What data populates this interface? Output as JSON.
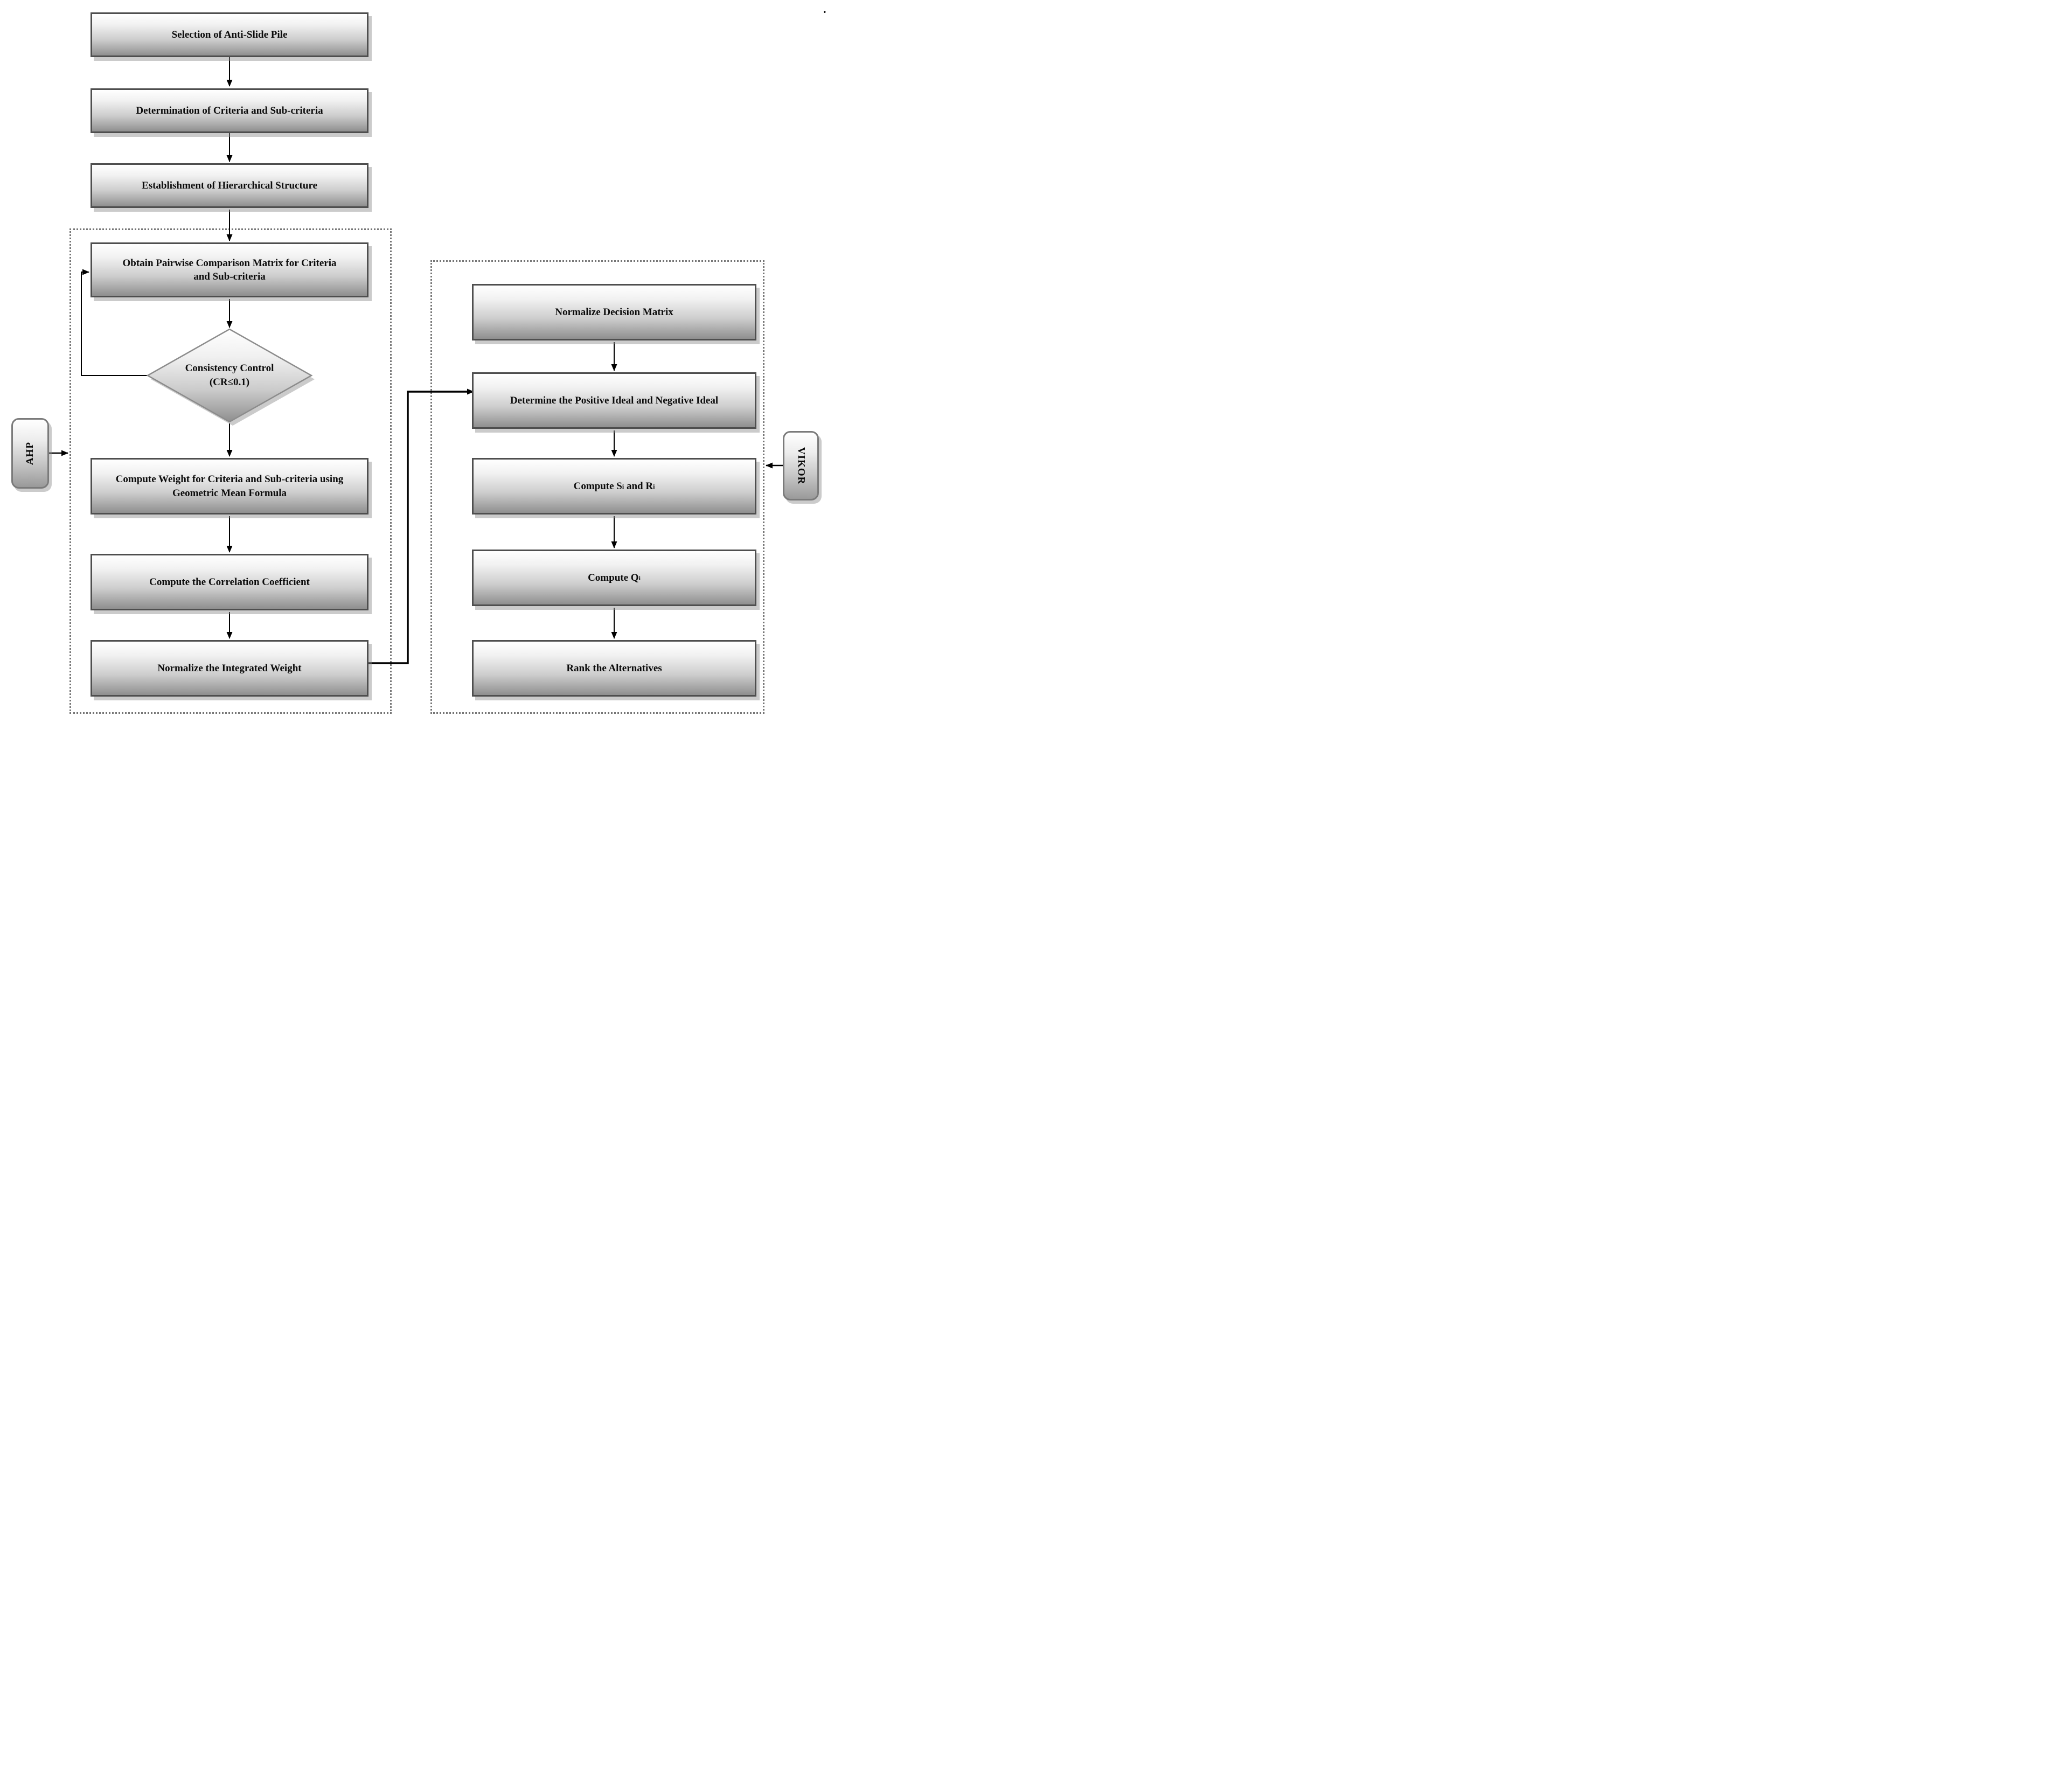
{
  "nodes": {
    "selection": {
      "label": "Selection of Anti-Slide Pile"
    },
    "determination": {
      "label": "Determination of Criteria and Sub-criteria"
    },
    "establishment": {
      "label": "Establishment of Hierarchical Structure"
    },
    "pairwise": {
      "label": "Obtain Pairwise Comparison Matrix for Criteria and Sub-criteria"
    },
    "consistency": {
      "line1": "Consistency Control",
      "line2": "(CR≤0.1)"
    },
    "weights": {
      "label": "Compute Weight for Criteria and Sub-criteria using Geometric Mean Formula"
    },
    "correlation": {
      "label": "Compute the Correlation Coefficient"
    },
    "normalize_weight": {
      "label": "Normalize the Integrated Weight"
    },
    "normalize_matrix": {
      "label": "Normalize Decision Matrix"
    },
    "ideal": {
      "label": "Determine the Positive Ideal and Negative Ideal"
    },
    "compute_sr": {
      "p1": "Compute S",
      "sub1": "i",
      "p2": " and R",
      "sub2": "i"
    },
    "compute_q": {
      "p1": "Compute Q",
      "sub1": "i"
    },
    "rank": {
      "label": "Rank the Alternatives"
    }
  },
  "groups": {
    "ahp": {
      "label": "AHP"
    },
    "vikor": {
      "label": "VIKOR"
    }
  },
  "decorations": {
    "page_dot": "."
  },
  "colors": {
    "box_gradient_top": "#ffffff",
    "box_gradient_bottom": "#8f8f8f",
    "box_border": "#4e4e4e",
    "diamond_border": "#8c8c8c",
    "dotted_border": "#757575",
    "shadow": "#8c8c8c",
    "arrow": "#000000",
    "text": "#0b0b0b",
    "background": "#ffffff"
  }
}
